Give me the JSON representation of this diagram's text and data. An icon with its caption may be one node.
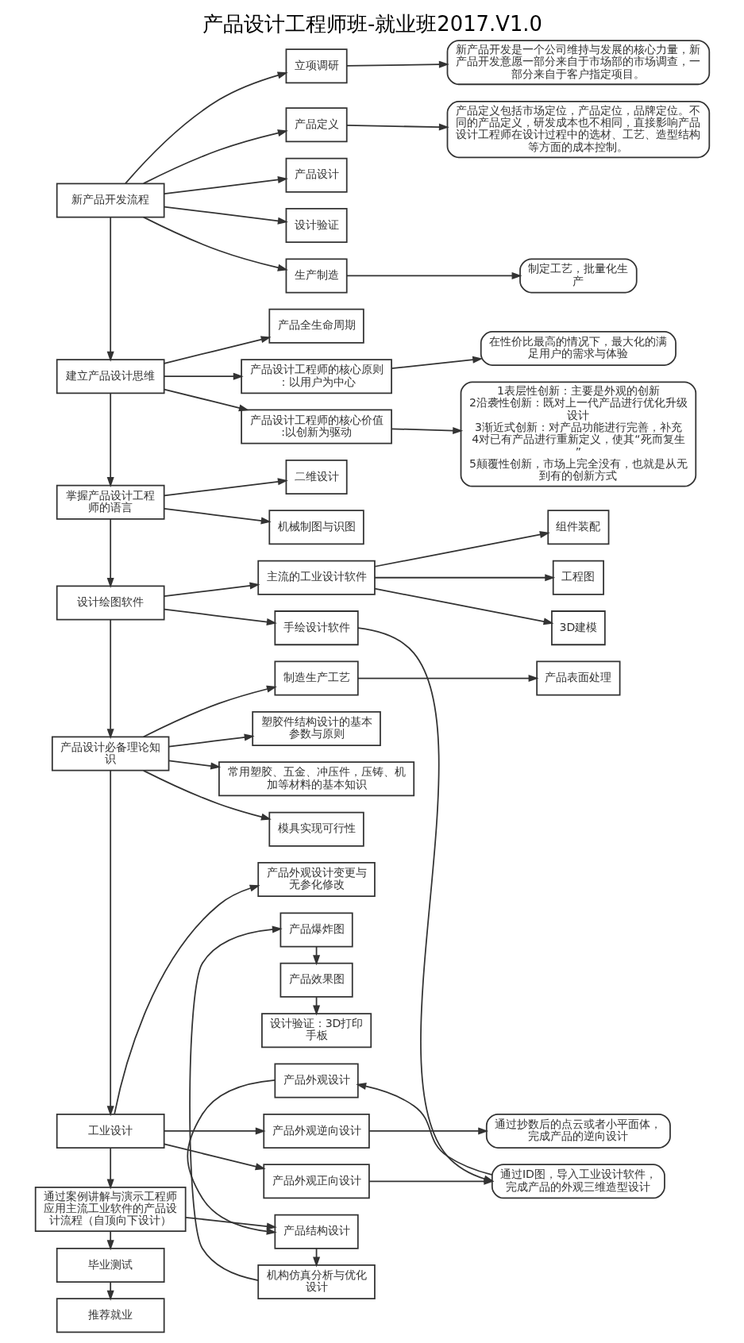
{
  "diagram": {
    "title": "产品设计工程师班-就业班2017.V1.0",
    "nodes": [
      {
        "text": [
          "新产品开发流程"
        ]
      },
      {
        "text": [
          "立项调研"
        ]
      },
      {
        "text": [
          "产品定义"
        ]
      },
      {
        "text": [
          "产品设计"
        ]
      },
      {
        "text": [
          "设计验证"
        ]
      },
      {
        "text": [
          "生产制造"
        ]
      },
      {
        "text": [
          "新产品开发是一个公司维持与发展的核心力量，新产品开发意愿一部分来自于市场部的市场调查，一部分来自于客户指定项目。"
        ]
      },
      {
        "text": [
          "产品定义包括市场定位，产品定位，品牌定位。不同的产品定义，研发成本也不相同，直接影响产品设计工程师在设计过程中的选材、工艺、造型结构等方面的成本控制。"
        ]
      },
      {
        "text": [
          "制定工艺，批量化生产"
        ]
      },
      {
        "text": [
          "建立产品设计思维"
        ]
      },
      {
        "text": [
          "产品设计工程师的核心原则：以用户为中心"
        ]
      },
      {
        "text": [
          "产品设计工程师的核心价值:以创新为驱动"
        ]
      },
      {
        "text": [
          "产品全生命周期"
        ]
      },
      {
        "text": [
          "在性价比最高的情况下，最大化的满足用户的需求与体验"
        ]
      },
      {
        "text": [
          "1表层性创新：主要是外观的创新",
          "2沿袭性创新：既对上一代产品进行优化升级设计",
          "3渐近式创新：对产品功能进行完善，补充",
          "4对已有产品进行重新定义，使其“死而复生”",
          "5颠覆性创新，市场上完全没有，也就是从无到有的创新方式"
        ]
      },
      {
        "text": [
          "掌握产品设计工程师的语言"
        ]
      },
      {
        "text": [
          "机械制图与识图"
        ]
      },
      {
        "text": [
          "二维设计"
        ]
      },
      {
        "text": [
          "设计绘图软件"
        ]
      },
      {
        "text": [
          "手绘设计软件"
        ]
      },
      {
        "text": [
          "主流的工业设计软件"
        ]
      },
      {
        "text": [
          "3D建模"
        ]
      },
      {
        "text": [
          "组件装配"
        ]
      },
      {
        "text": [
          "工程图"
        ]
      },
      {
        "text": [
          "产品设计必备理论知识"
        ]
      },
      {
        "text": [
          "塑胶件结构设计的基本参数与原则"
        ]
      },
      {
        "text": [
          "常用塑胶、五金、冲压件，压铸、机加等材料的基本知识"
        ]
      },
      {
        "text": [
          "模具实现可行性"
        ]
      },
      {
        "text": [
          "制造生产工艺"
        ]
      },
      {
        "text": [
          "产品表面处理"
        ]
      },
      {
        "text": [
          "工业设计"
        ]
      },
      {
        "text": [
          "产品外观逆向设计"
        ]
      },
      {
        "text": [
          "产品外观正向设计"
        ]
      },
      {
        "text": [
          "产品外观设计变更与无参化修改"
        ]
      },
      {
        "text": [
          "通过抄数后的点云或者小平面体，完成产品的逆向设计"
        ]
      },
      {
        "text": [
          "通过ID图，导入工业设计软件，完成产品的外观三维造型设计"
        ]
      },
      {
        "text": [
          "通过案例讲解与演示工程师应用主流工业软件的产品设计流程（自顶向下设计）"
        ]
      },
      {
        "text": [
          "产品外观设计"
        ]
      },
      {
        "text": [
          "产品结构设计"
        ]
      },
      {
        "text": [
          "机构仿真分析与优化设计"
        ]
      },
      {
        "text": [
          "产品爆炸图"
        ]
      },
      {
        "text": [
          "产品效果图"
        ]
      },
      {
        "text": [
          "设计验证：3D打印手板"
        ]
      },
      {
        "text": [
          "毕业测试"
        ]
      },
      {
        "text": [
          "推荐就业"
        ]
      }
    ],
    "edges": [
      {
        "from": 0,
        "to": 1,
        "arrow": "to"
      },
      {
        "from": 0,
        "to": 2,
        "arrow": "to"
      },
      {
        "from": 0,
        "to": 3,
        "arrow": "to"
      },
      {
        "from": 0,
        "to": 4,
        "arrow": "to"
      },
      {
        "from": 0,
        "to": 5,
        "arrow": "to"
      },
      {
        "from": 1,
        "to": 6,
        "arrow": "to"
      },
      {
        "from": 2,
        "to": 7,
        "arrow": "to"
      },
      {
        "from": 5,
        "to": 8,
        "arrow": "to"
      },
      {
        "from": 0,
        "to": 9,
        "arrow": "to"
      },
      {
        "from": 9,
        "to": 10,
        "arrow": "to"
      },
      {
        "from": 9,
        "to": 11,
        "arrow": "to"
      },
      {
        "from": 9,
        "to": 12,
        "arrow": "to"
      },
      {
        "from": 10,
        "to": 13,
        "arrow": "to"
      },
      {
        "from": 11,
        "to": 14,
        "arrow": "to"
      },
      {
        "from": 9,
        "to": 15,
        "arrow": "to"
      },
      {
        "from": 15,
        "to": 16,
        "arrow": "to"
      },
      {
        "from": 15,
        "to": 17,
        "arrow": "to"
      },
      {
        "from": 15,
        "to": 18,
        "arrow": "to"
      },
      {
        "from": 18,
        "to": 19,
        "arrow": "to"
      },
      {
        "from": 18,
        "to": 20,
        "arrow": "to"
      },
      {
        "from": 20,
        "to": 21,
        "arrow": "to"
      },
      {
        "from": 20,
        "to": 22,
        "arrow": "to"
      },
      {
        "from": 20,
        "to": 23,
        "arrow": "to"
      },
      {
        "from": 19,
        "to": 35,
        "arrow": "to"
      },
      {
        "from": 18,
        "to": 24,
        "arrow": "to"
      },
      {
        "from": 24,
        "to": 25,
        "arrow": "to"
      },
      {
        "from": 24,
        "to": 26,
        "arrow": "to"
      },
      {
        "from": 24,
        "to": 27,
        "arrow": "to"
      },
      {
        "from": 24,
        "to": 28,
        "arrow": "to"
      },
      {
        "from": 28,
        "to": 29,
        "arrow": "to"
      },
      {
        "from": 24,
        "to": 30,
        "arrow": "to"
      },
      {
        "from": 30,
        "to": 31,
        "arrow": "to"
      },
      {
        "from": 30,
        "to": 32,
        "arrow": "to"
      },
      {
        "from": 30,
        "to": 33,
        "arrow": "to"
      },
      {
        "from": 31,
        "to": 34,
        "arrow": "to"
      },
      {
        "from": 32,
        "to": 35,
        "arrow": "to"
      },
      {
        "from": 35,
        "to": 37,
        "arrow": "to"
      },
      {
        "from": 30,
        "to": 36,
        "arrow": "to"
      },
      {
        "from": 36,
        "to": 38,
        "arrow": "to"
      },
      {
        "from": 37,
        "to": 38,
        "arrow": "to"
      },
      {
        "from": 38,
        "to": 39,
        "arrow": "to"
      },
      {
        "from": 39,
        "to": 40,
        "arrow": "to"
      },
      {
        "from": 40,
        "to": 41,
        "arrow": "to"
      },
      {
        "from": 41,
        "to": 42,
        "arrow": "to"
      },
      {
        "from": 36,
        "to": 43,
        "arrow": "to"
      },
      {
        "from": 43,
        "to": 44,
        "arrow": "to"
      }
    ]
  }
}
